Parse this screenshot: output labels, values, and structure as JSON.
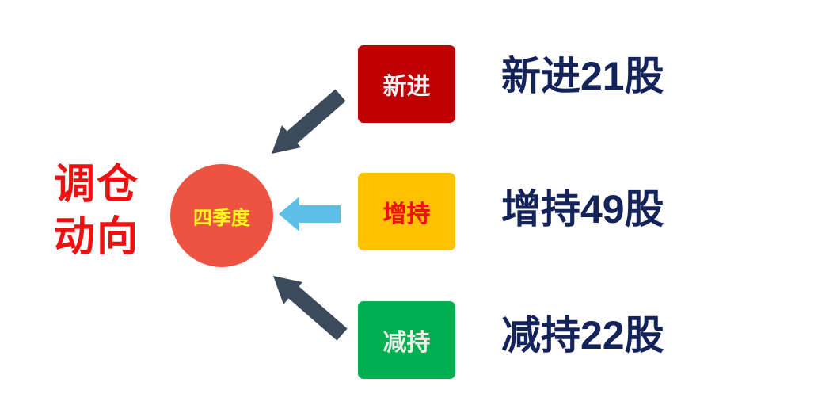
{
  "title": "调仓动向",
  "title_lines": [
    "调仓",
    "动向"
  ],
  "center": "四季度",
  "categories": [
    {
      "label": "新进",
      "stat": "新进21股",
      "count": 21,
      "color": "#c00000",
      "text_color": "#f2f2f2"
    },
    {
      "label": "增持",
      "stat": "增持49股",
      "count": 49,
      "color": "#ffc000",
      "text_color": "#ee1111"
    },
    {
      "label": "减持",
      "stat": "减持22股",
      "count": 22,
      "color": "#00b050",
      "text_color": "#e8f0e8"
    }
  ],
  "colors": {
    "arrow_dark": "#3b4b5b",
    "arrow_light": "#5bbfe8",
    "circle": "#ec5340"
  }
}
